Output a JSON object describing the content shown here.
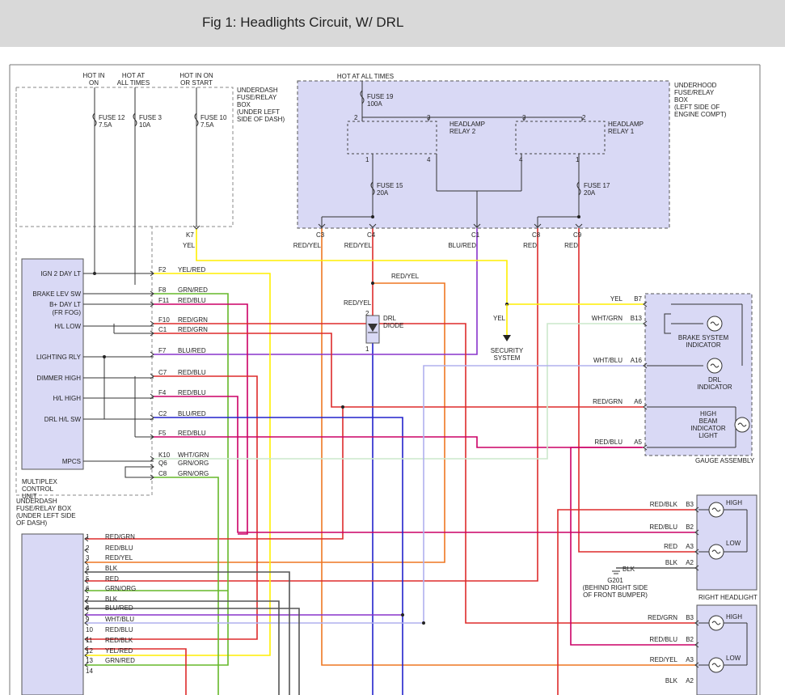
{
  "title": "Fig 1: Headlights Circuit, W/ DRL",
  "colors": {
    "RED": "#dd2b2b",
    "YEL": "#ffee00",
    "GRN": "#66b82a",
    "ORG": "#ee7722",
    "BLU": "#2222cc",
    "PUR": "#8833cc",
    "MAG": "#cc0066",
    "LAV": "#b0b0ee",
    "PALE": "#cce8cc",
    "BLK": "#555555",
    "BOX": "#d9d9f5",
    "GRAY": "#888888"
  },
  "top_labels": {
    "hot_in_on": [
      "HOT IN",
      "ON"
    ],
    "hot_at_all_times": [
      "HOT AT",
      "ALL TIMES"
    ],
    "hot_in_on_or_start": [
      "HOT IN ON",
      "OR START"
    ],
    "hot_all_times_top": "HOT AT ALL TIMES"
  },
  "fuses": {
    "fuse12": [
      "FUSE 12",
      "7.5A"
    ],
    "fuse3": [
      "FUSE 3",
      "10A"
    ],
    "fuse10": [
      "FUSE 10",
      "7.5A"
    ],
    "fuse19": [
      "FUSE 19",
      "100A"
    ],
    "fuse15": [
      "FUSE 15",
      "20A"
    ],
    "fuse17": [
      "FUSE 17",
      "20A"
    ]
  },
  "boxes": {
    "underdash": [
      "UNDERDASH",
      "FUSE/RELAY",
      "BOX",
      "(UNDER LEFT",
      "SIDE OF DASH)"
    ],
    "underhood": [
      "UNDERHOOD",
      "FUSE/RELAY",
      "BOX",
      "(LEFT SIDE OF",
      "ENGINE COMPT)"
    ],
    "relay2": [
      "HEADLAMP",
      "RELAY 2"
    ],
    "relay1": [
      "HEADLAMP",
      "RELAY 1"
    ],
    "multiplex": [
      "MULTIPLEX",
      "CONTROL",
      "UNIT"
    ],
    "underdash_lower": [
      "UNDERDASH",
      "FUSE/RELAY BOX",
      "(UNDER LEFT SIDE",
      "OF DASH)"
    ],
    "gauge": "GAUGE ASSEMBLY",
    "right_headlight": "RIGHT HEADLIGHT",
    "security": [
      "SECURITY",
      "SYSTEM"
    ],
    "drl_diode": [
      "DRL",
      "DIODE"
    ],
    "ground": [
      "G201",
      "(BEHIND RIGHT SIDE",
      "OF FRONT BUMPER)"
    ]
  },
  "relay_pins": [
    "2",
    "3",
    "1",
    "4",
    "3",
    "2",
    "4",
    "1"
  ],
  "underhood_connectors": [
    {
      "pin": "C3",
      "wire": "RED/YEL"
    },
    {
      "pin": "C4",
      "wire": "RED/YEL"
    },
    {
      "pin": "C1",
      "wire": "BLU/RED"
    },
    {
      "pin": "C8",
      "wire": "RED"
    },
    {
      "pin": "C9",
      "wire": "RED"
    }
  ],
  "k7": {
    "pin": "K7",
    "wire": "YEL"
  },
  "mcu_inputs": [
    "IGN 2 DAY LT",
    "BRAKE LEV SW",
    "B+ DAY LT",
    "(FR FOG)",
    "H/L LOW",
    "LIGHTING RLY",
    "DIMMER HIGH",
    "H/L HIGH",
    "DRL H/L SW",
    "MPCS"
  ],
  "mcu_pins": [
    {
      "pin": "F2",
      "wire": "YEL/RED"
    },
    {
      "pin": "F8",
      "wire": "GRN/RED"
    },
    {
      "pin": "F11",
      "wire": "RED/BLU"
    },
    {
      "pin": "F10",
      "wire": "RED/GRN"
    },
    {
      "pin": "C1",
      "wire": "RED/GRN"
    },
    {
      "pin": "F7",
      "wire": "BLU/RED"
    },
    {
      "pin": "C7",
      "wire": "RED/BLU"
    },
    {
      "pin": "F4",
      "wire": "RED/BLU"
    },
    {
      "pin": "C2",
      "wire": "BLU/RED"
    },
    {
      "pin": "F5",
      "wire": "RED/BLU"
    },
    {
      "pin": "K10",
      "wire": "WHT/GRN"
    },
    {
      "pin": "Q6",
      "wire": "GRN/ORG"
    },
    {
      "pin": "C8",
      "wire": "GRN/ORG"
    }
  ],
  "misc_wires": {
    "red_yel_a": "RED/YEL",
    "red_yel_b": "RED/YEL",
    "yel_sec": "YEL",
    "diode_top": "2",
    "diode_bot": "1"
  },
  "gauge_pins": [
    {
      "pin": "B7",
      "wire": "YEL"
    },
    {
      "pin": "B13",
      "wire": "WHT/GRN"
    },
    {
      "pin": "A16",
      "wire": "WHT/BLU"
    },
    {
      "pin": "A6",
      "wire": "RED/GRN"
    },
    {
      "pin": "A5",
      "wire": "RED/BLU"
    }
  ],
  "gauge_labels": {
    "brake": [
      "BRAKE SYSTEM",
      "INDICATOR"
    ],
    "drl": [
      "DRL",
      "INDICATOR"
    ],
    "high_beam": [
      "HIGH",
      "BEAM",
      "INDICATOR",
      "LIGHT"
    ]
  },
  "headlight_pins": [
    {
      "pin": "B3",
      "wire": "RED/BLK"
    },
    {
      "pin": "B2",
      "wire": "RED/BLU"
    },
    {
      "pin": "A3",
      "wire": "RED"
    },
    {
      "pin": "A2",
      "wire": "BLK"
    }
  ],
  "headlight2_pins": [
    {
      "pin": "B3",
      "wire": "RED/GRN"
    },
    {
      "pin": "B2",
      "wire": "RED/BLU"
    },
    {
      "pin": "A3",
      "wire": "RED/YEL"
    },
    {
      "pin": "A2",
      "wire": "BLK"
    }
  ],
  "ground_wire": "BLK",
  "lamp_labels": {
    "high": "HIGH",
    "low": "LOW"
  },
  "lower_box_pins": [
    {
      "pin": "1",
      "wire": "RED/GRN"
    },
    {
      "pin": "2",
      "wire": "RED/BLU"
    },
    {
      "pin": "3",
      "wire": "RED/YEL"
    },
    {
      "pin": "4",
      "wire": "BLK"
    },
    {
      "pin": "5",
      "wire": "RED"
    },
    {
      "pin": "6",
      "wire": "GRN/ORG"
    },
    {
      "pin": "7",
      "wire": "BLK"
    },
    {
      "pin": "8",
      "wire": "BLU/RED"
    },
    {
      "pin": "9",
      "wire": "WHT/BLU"
    },
    {
      "pin": "10",
      "wire": "RED/BLU"
    },
    {
      "pin": "11",
      "wire": "RED/BLK"
    },
    {
      "pin": "12",
      "wire": "YEL/RED"
    },
    {
      "pin": "13",
      "wire": "GRN/RED"
    },
    {
      "pin": "14",
      "wire": ""
    }
  ]
}
